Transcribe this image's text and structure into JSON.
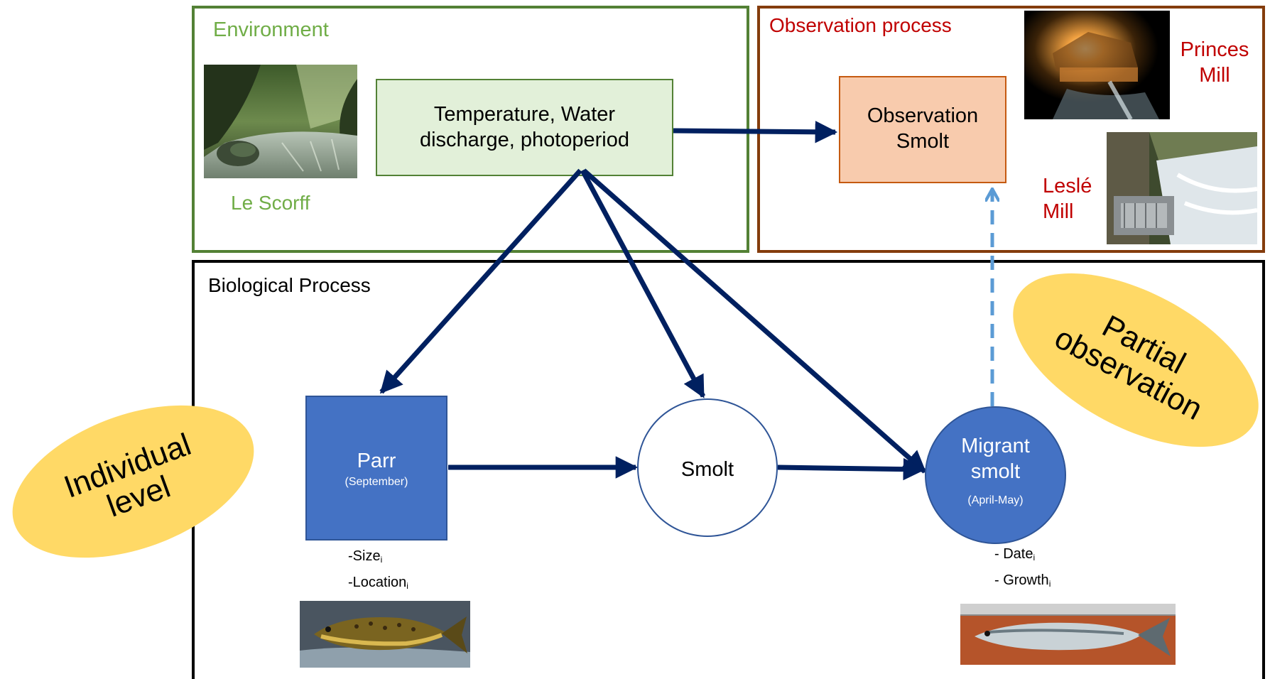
{
  "environment": {
    "title": "Environment",
    "location_label": "Le Scorff",
    "drivers_box": {
      "line1": "Temperature, Water",
      "line2": "discharge, photoperiod"
    }
  },
  "observation": {
    "title": "Observation process",
    "box": {
      "line1": "Observation",
      "line2": "Smolt"
    },
    "site1": {
      "line1": "Princes",
      "line2": "Mill"
    },
    "site2": {
      "line1": "Leslé",
      "line2": "Mill"
    }
  },
  "biological": {
    "title": "Biological Process",
    "parr": {
      "label": "Parr",
      "sub": "(September)"
    },
    "smolt": {
      "label": "Smolt"
    },
    "migrant": {
      "line1": "Migrant",
      "line2": "smolt",
      "sub": "(April-May)"
    },
    "parr_attributes": [
      {
        "text": "-Size",
        "sub": "i"
      },
      {
        "text": "-Location",
        "sub": "i"
      }
    ],
    "migrant_attributes": [
      {
        "text": "- Date",
        "sub": "i"
      },
      {
        "text": "- Growth",
        "sub": "i"
      }
    ]
  },
  "badges": {
    "individual": {
      "line1": "Individual",
      "line2": "level"
    },
    "partial": {
      "line1": "Partial",
      "line2": "observation"
    }
  },
  "colors": {
    "environment_border": "#538135",
    "environment_text": "#70ad47",
    "drivers_fill": "#e2f0d9",
    "observation_border": "#843c0c",
    "observation_text": "#c00000",
    "observation_fill": "#f8cbad",
    "observation_box_border": "#c55a11",
    "node_fill": "#4472c4",
    "node_border": "#2f5597",
    "arrow": "#002060",
    "dashed_arrow": "#5b9bd5",
    "badge_fill": "#ffd966"
  },
  "icons": {
    "environment_photo": "river-photo-icon",
    "princes_mill_photo": "mill-night-photo-icon",
    "lesle_mill_photo": "fish-trap-photo-icon",
    "parr_photo": "parr-fish-photo-icon",
    "smolt_photo": "smolt-fish-photo-icon"
  }
}
